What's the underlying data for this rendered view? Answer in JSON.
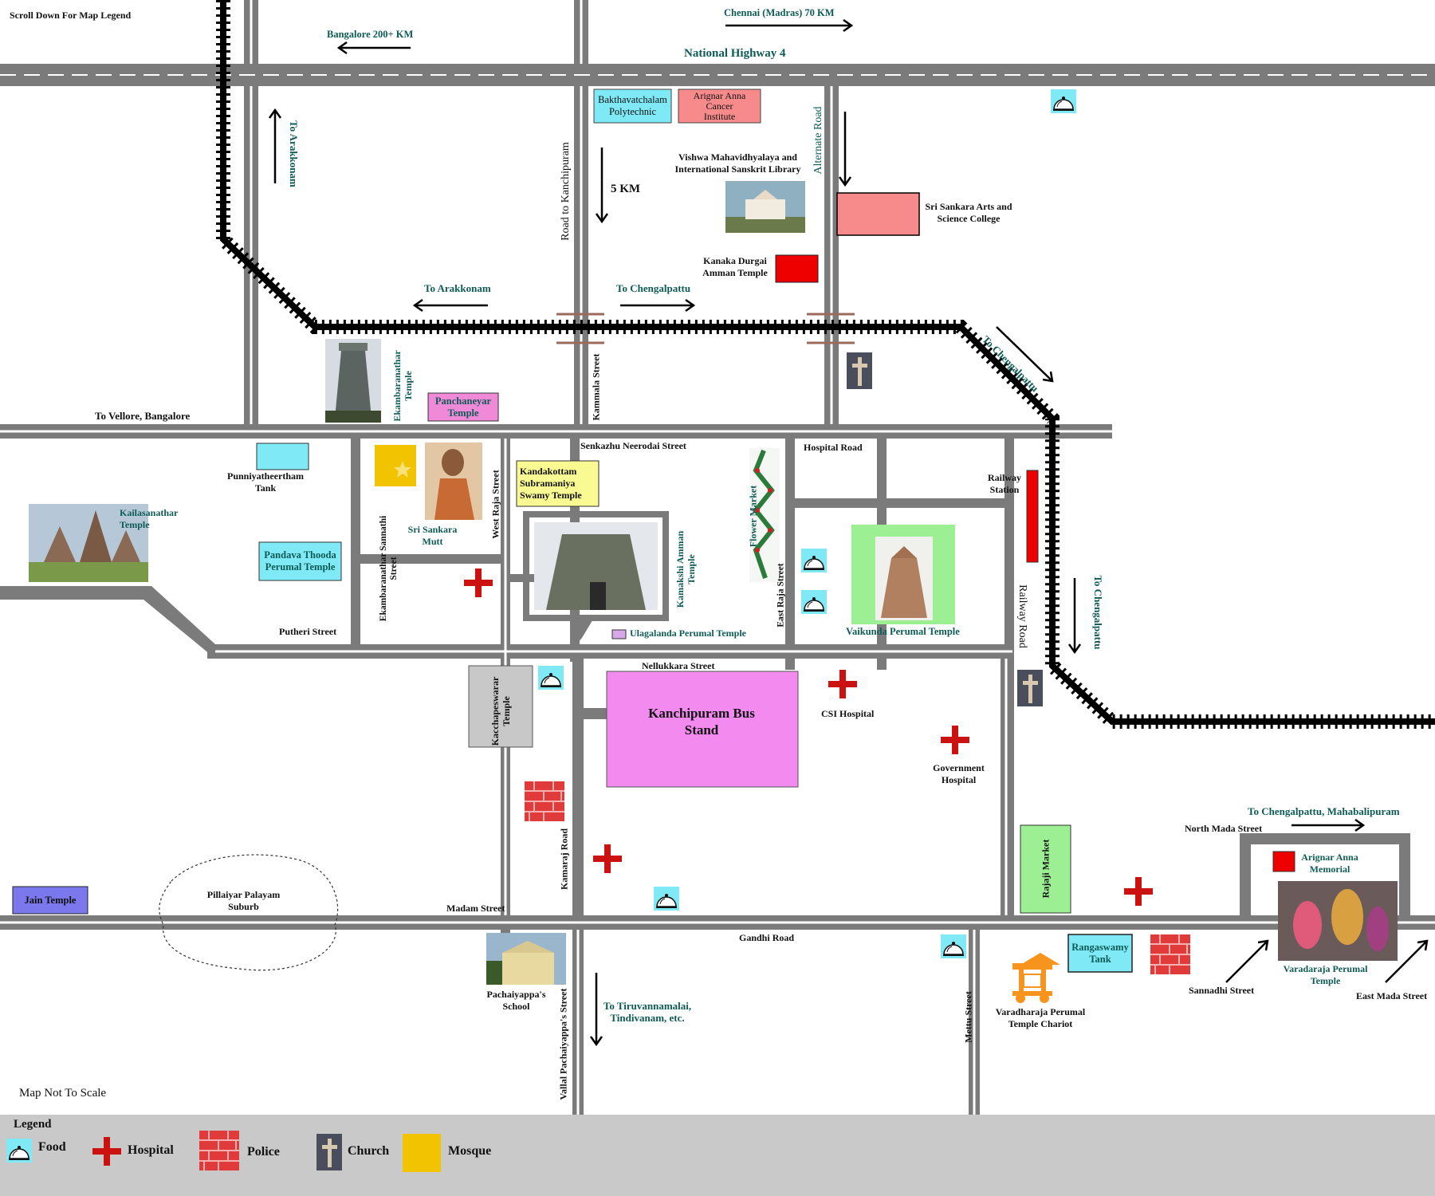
{
  "header": {
    "scroll_note": "Scroll Down For Map Legend",
    "not_to_scale": "Map Not To Scale"
  },
  "roads": {
    "nh4": "National Highway 4",
    "road_to_kanchipuram": "Road to Kanchipuram",
    "alternate_road": "Alternate Road",
    "kammala_street": "Kammala Street",
    "senkazhu_neerodai": "Senkazhu Neerodai Street",
    "hospital_road": "Hospital Road",
    "west_raja_street": "West Raja Street",
    "ekambaranathar_sannathi": "Ekambaranathar Sannathi Street",
    "putheri_street": "Putheri Street",
    "east_raja_street": "East Raja Street",
    "nellukkara_street": "Nellukkara Street",
    "railway_road": "Railway Road",
    "kamaraj_road": "Kamaraj Road",
    "madam_street": "Madam Street",
    "gandhi_road": "Gandhi Road",
    "vallal_pachaiyappa": "Vallal Pachaiyappa's Street",
    "mettu_street": "Mettu Street",
    "north_mada_street": "North Mada Street",
    "sannadhi_street": "Sannadhi Street",
    "east_mada_street": "East Mada Street"
  },
  "directions": {
    "chennai": "Chennai (Madras) 70 KM",
    "bangalore": "Bangalore 200+ KM",
    "to_arakkonam_v": "To Arakkonam",
    "five_km": "5 KM",
    "to_arakkonam": "To Arakkonam",
    "to_chengalpattu": "To Chengalpattu",
    "to_chengalpattu_diag": "To Chengalpattu",
    "to_vellore": "To Vellore, Bangalore",
    "to_chengalpattu_v": "To Chengalpattu",
    "to_chengalpattu_maha": "To Chengalpattu, Mahabalipuram",
    "to_tiruvannamalai": "To Tiruvannamalai, Tindivanam, etc."
  },
  "places": {
    "bakthavatchalam": "Bakthavatchalam Polytechnic",
    "cancer_institute": "Arignar Anna Cancer Institute",
    "vishwa": "Vishwa Mahavidhyalaya and International Sanskrit Library",
    "sri_sankara_college": "Sri Sankara Arts and Science College",
    "kanaka_durgai": "Kanaka Durgai Amman Temple",
    "ekambaranathar_temple": "Ekambaranathar Temple",
    "panchaneyar": "Panchaneyar Temple",
    "punniyatheertham": "Punniyatheertham Tank",
    "sri_sankara_mutt": "Sri Sankara Mutt",
    "kandakottam": "Kandakottam Subramaniya Swamy Temple",
    "kailasanathar": "Kailasanathar Temple",
    "pandava_thooda": "Pandava Thooda Perumal Temple",
    "kamakshi": "Kamakshi Amman Temple",
    "flower_market": "Flower Market",
    "ulagalanda": "Ulagalanda Perumal Temple",
    "vaikunda": "Vaikunda Perumal Temple",
    "railway_station": "Railway Station",
    "kacchapeswarar": "Kacchapeswarar Temple",
    "bus_stand": "Kanchipuram Bus Stand",
    "csi_hospital": "CSI Hospital",
    "government_hospital": "Government Hospital",
    "jain_temple": "Jain Temple",
    "pillaiyar": "Pillaiyar Palayam Suburb",
    "rajaji_market": "Rajaji Market",
    "arignar_memorial": "Arignar Anna Memorial",
    "pachaiyappas_school": "Pachaiyappa's School",
    "rangaswamy_tank": "Rangaswamy Tank",
    "chariot": "Varadharaja Perumal Temple Chariot",
    "varadaraja": "Varadaraja Perumal Temple"
  },
  "legend": {
    "title": "Legend",
    "food": "Food",
    "hospital": "Hospital",
    "police": "Police",
    "church": "Church",
    "mosque": "Mosque"
  },
  "colors": {
    "road": "#7b7b7b",
    "rail": "#000000",
    "cyan_box": "#7fe9f5",
    "salmon_box": "#f78a8a",
    "red_box": "#ee0000",
    "pink_box": "#f08ad8",
    "magenta_box": "#f28af0",
    "yellow_box": "#fafa92",
    "green_box": "#9cef92",
    "blue_box": "#7b78ee",
    "gray_box": "#c8c8c8",
    "legend_bg": "#c9c9c9",
    "hospital_cross": "#cc1111"
  }
}
